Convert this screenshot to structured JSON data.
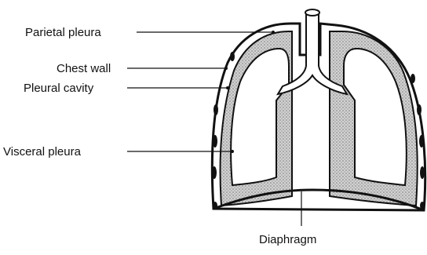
{
  "labels": {
    "parietal_pleura": "Parietal pleura",
    "chest_wall": "Chest wall",
    "pleural_cavity": "Pleural cavity",
    "visceral_pleura": "Visceral pleura",
    "diaphragm": "Diaphragm"
  },
  "colors": {
    "ink": "#111111",
    "stipple": "#b8b8b8",
    "background": "#ffffff"
  }
}
